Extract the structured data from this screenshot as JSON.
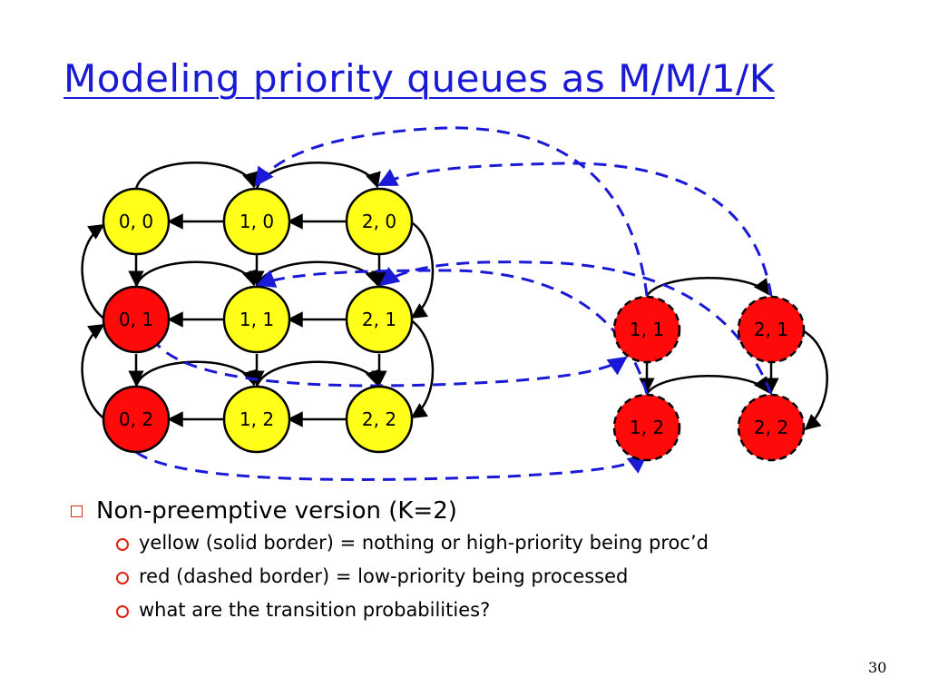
{
  "title": "Modeling priority queues as M/M/1/K",
  "colors": {
    "title": "#1a1ad6",
    "yellow": "#ffff1a",
    "red": "#ff0a0a",
    "dashed_arrow": "#1a1ad6"
  },
  "nodes": {
    "y00": "0, 0",
    "y10": "1, 0",
    "y20": "2, 0",
    "r01": "0, 1",
    "y11": "1, 1",
    "y21": "2, 1",
    "r02": "0, 2",
    "y12": "1, 2",
    "y22": "2, 2",
    "d11": "1, 1",
    "d21": "2, 1",
    "d12": "1, 2",
    "d22": "2, 2"
  },
  "bullets": {
    "main": "Non-preemptive version (K=2)",
    "sub": [
      "yellow (solid border) = nothing or high-priority being proc’d",
      "red (dashed border) = low-priority being processed",
      "what are the transition probabilities?"
    ]
  },
  "page_number": "30"
}
